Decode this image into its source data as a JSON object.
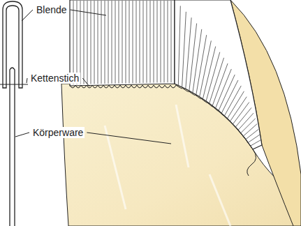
{
  "diagram": {
    "labels": [
      "Blende",
      "Kettenstich",
      "Körperware"
    ]
  }
}
